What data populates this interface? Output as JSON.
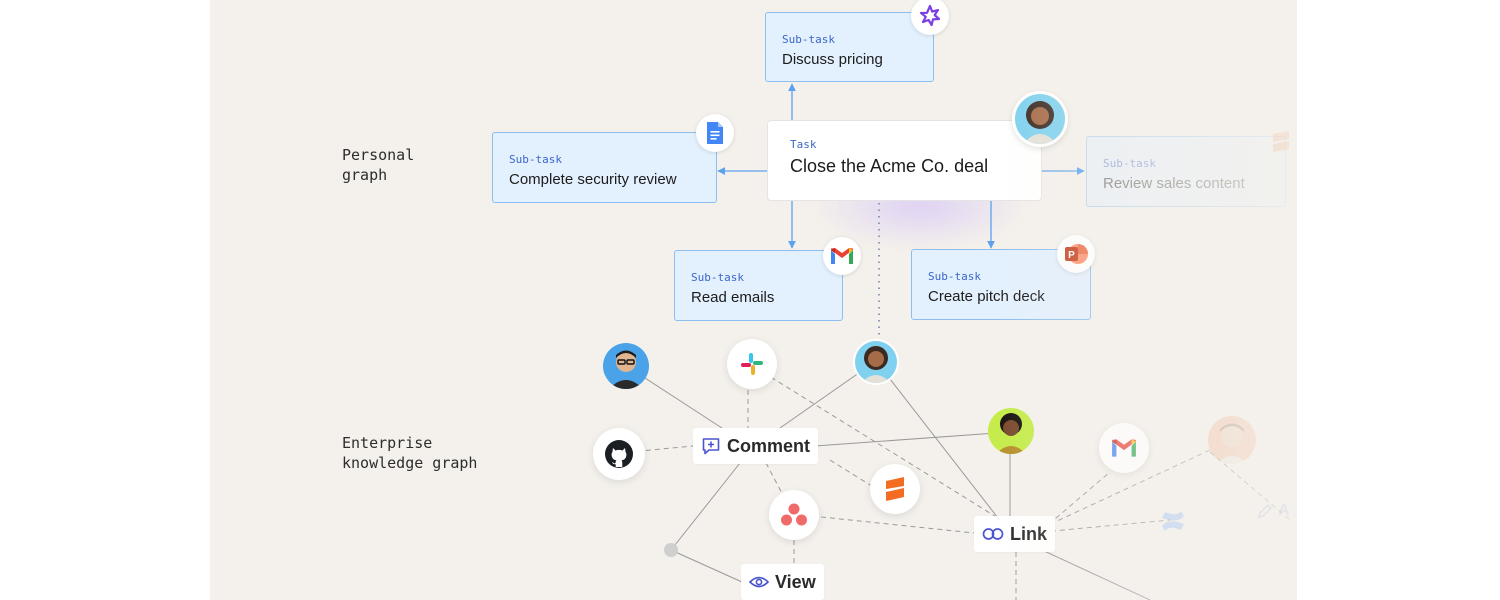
{
  "sections": {
    "personal": "Personal\ngraph",
    "enterprise": "Enterprise\nknowledge graph"
  },
  "main_task": {
    "kind": "Task",
    "title": "Close the Acme Co. deal"
  },
  "subtasks": [
    {
      "kind": "Sub-task",
      "title": "Discuss pricing",
      "app_icon": "sparkle-icon"
    },
    {
      "kind": "Sub-task",
      "title": "Complete security review",
      "app_icon": "google-docs-icon"
    },
    {
      "kind": "Sub-task",
      "title": "Review sales content",
      "app_icon": "highspot-icon"
    },
    {
      "kind": "Sub-task",
      "title": "Read emails",
      "app_icon": "gmail-icon"
    },
    {
      "kind": "Sub-task",
      "title": "Create pitch deck",
      "app_icon": "powerpoint-icon"
    }
  ],
  "actions": {
    "comment": "Comment",
    "link": "Link",
    "view": "View",
    "partial": "A"
  },
  "colors": {
    "canvas": "#f4f1ec",
    "card_fill": "#e3f0fd",
    "card_border": "#8cbff0",
    "kind_text": "#3b67c9",
    "arrow": "#5aa2ee",
    "action_icon": "#4a54d1"
  }
}
